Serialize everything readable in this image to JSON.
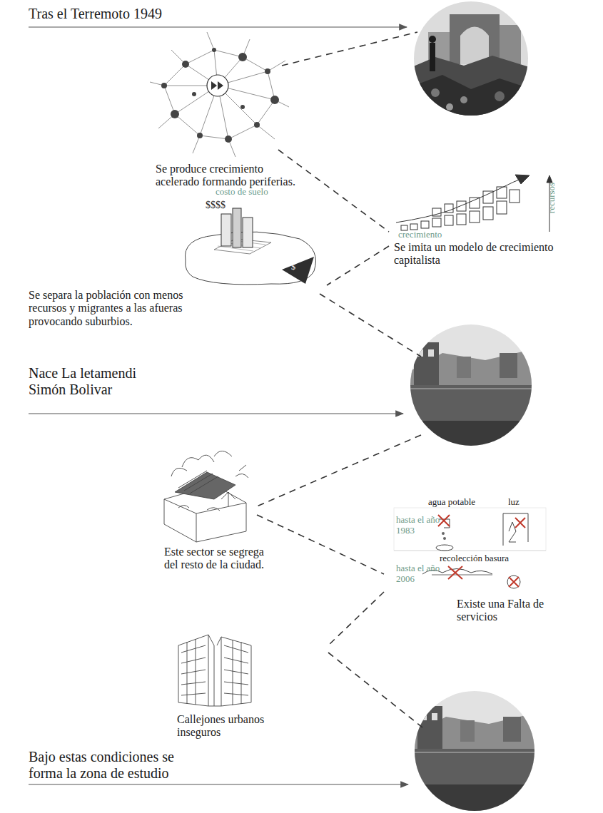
{
  "diagram": {
    "labels": [
      "Tras el Terremoto 1949",
      "Se produce crecimiento acelerado formando periferias.",
      "costo de suelo",
      "$$$$",
      "recursos",
      "crecimiento",
      "Se imita un modelo de crecimiento capitalista",
      "$",
      "Se separa la población con menos recursos y migrantes a las afueras provocando suburbios.",
      "Nace La letamendi Simón Bolivar",
      "agua potable",
      "luz",
      "hasta el año 1983",
      "Este sector se segrega del resto de la ciudad.",
      "recolección basura",
      "hasta el año 2006",
      "Existe una Falta de servicios",
      "Callejones urbanos inseguros",
      "Bajo estas condiciones se forma la zona de estudio"
    ]
  }
}
